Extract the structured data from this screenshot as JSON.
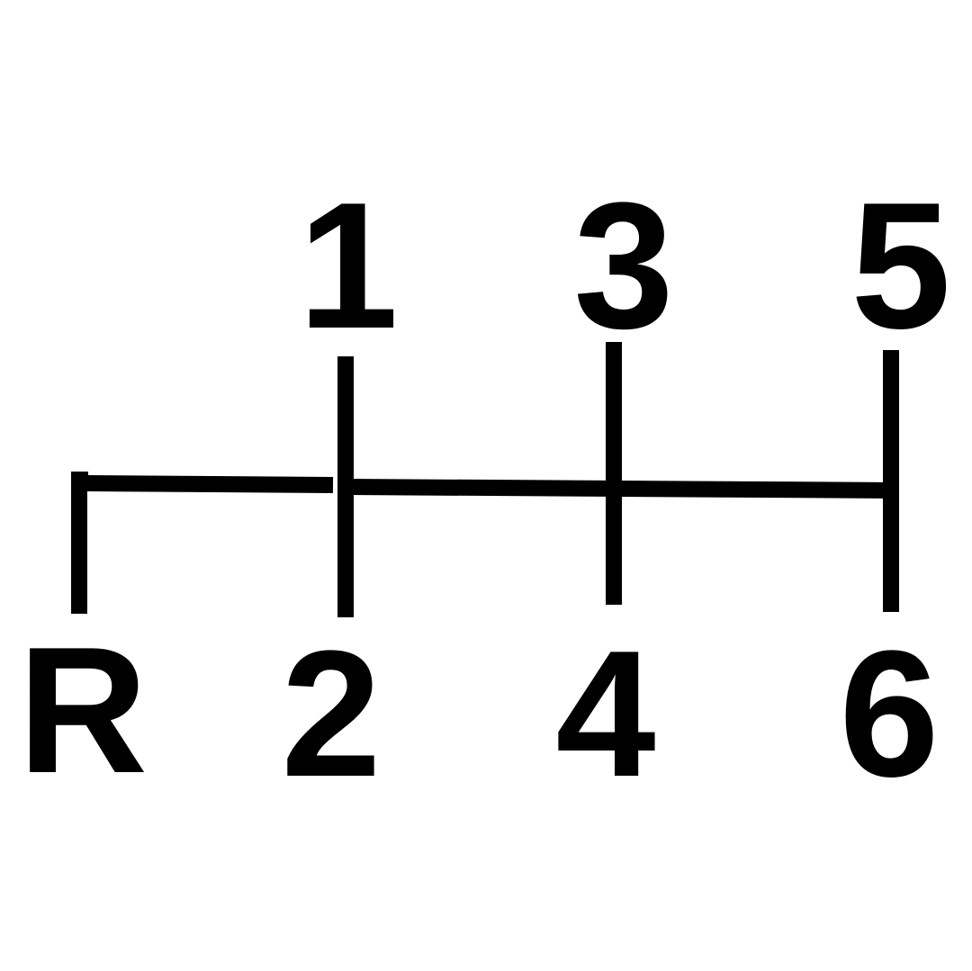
{
  "diagram": {
    "gears": {
      "first": "1",
      "third": "3",
      "fifth": "5",
      "reverse": "R",
      "second": "2",
      "fourth": "4",
      "sixth": "6"
    },
    "colors": {
      "ink": "#000000",
      "background": "#ffffff"
    }
  }
}
